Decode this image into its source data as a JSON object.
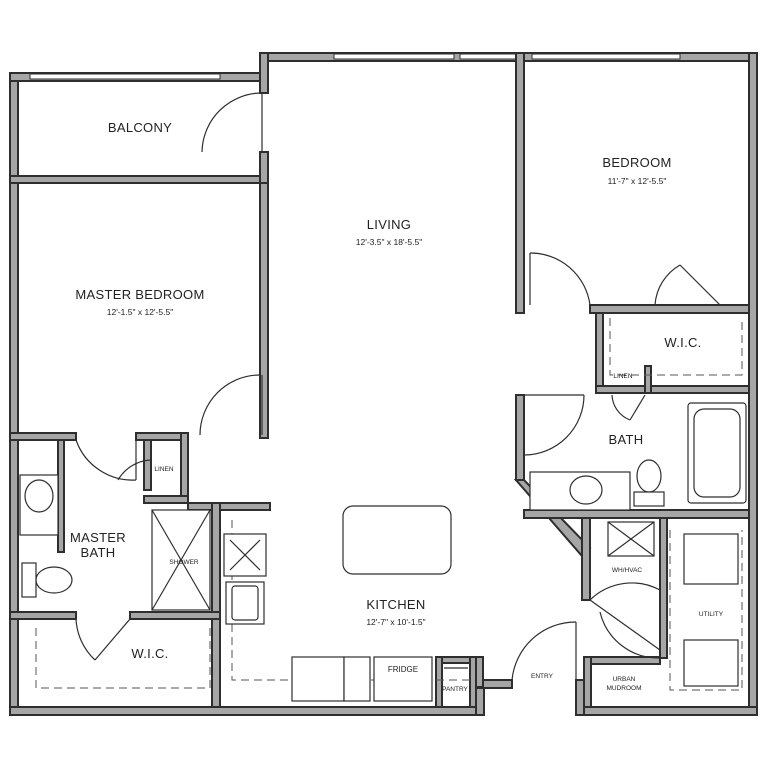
{
  "rooms": {
    "balcony": "BALCONY",
    "living": "LIVING",
    "living_dim": "12'-3.5\" x 18'-5.5\"",
    "bedroom": "BEDROOM",
    "bedroom_dim": "11'-7\" x 12'-5.5\"",
    "master_bedroom": "MASTER BEDROOM",
    "master_bedroom_dim": "12'-1.5\" x 12'-5.5\"",
    "wic_bedroom": "W.I.C.",
    "linen_right": "LINEN",
    "bath": "BATH",
    "linen_left": "LINEN",
    "master_bath_1": "MASTER",
    "master_bath_2": "BATH",
    "shower": "SHOWER",
    "wic_master": "W.I.C.",
    "kitchen": "KITCHEN",
    "kitchen_dim": "12'-7\" x 10'-1.5\"",
    "fridge": "FRIDGE",
    "pantry": "PANTRY",
    "entry": "ENTRY",
    "wh_hvac": "WH/HVAC",
    "utility": "UTILITY",
    "mudroom_1": "URBAN",
    "mudroom_2": "MUDROOM"
  }
}
